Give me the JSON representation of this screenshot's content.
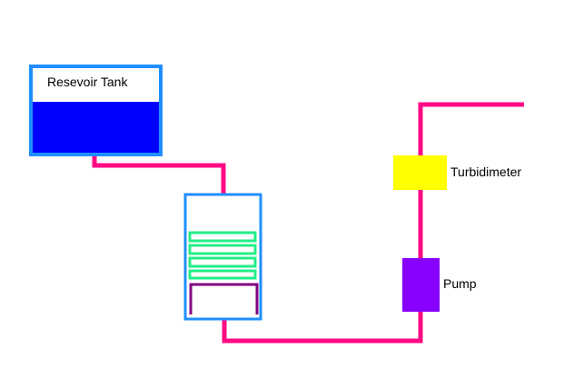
{
  "labels": {
    "reservoir_tank": "Resevoir Tank",
    "turbidimeter": "Turbidimeter",
    "pump": "Pump"
  },
  "colors": {
    "background": "#ffffff",
    "pipe": "#ff0a85",
    "tank_border": "#1f8fff",
    "tank_water": "#0000ff",
    "filter_border": "#1f8fff",
    "filter_layers": "#22ee88",
    "filter_base": "#800080",
    "turbidimeter": "#ffff00",
    "pump": "#8800ff"
  },
  "icons": {
    "reservoir_tank": "water-tank-icon",
    "filter": "filter-column-icon",
    "turbidimeter": "turbidimeter-icon",
    "pump": "pump-icon"
  }
}
